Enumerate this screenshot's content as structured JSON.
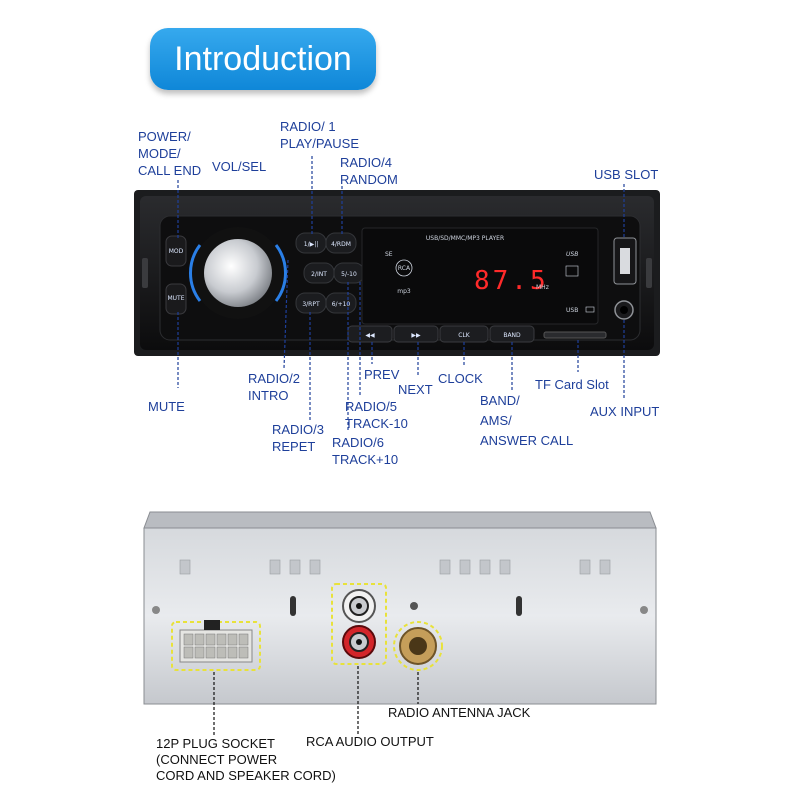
{
  "title": "Introduction",
  "front_labels": {
    "power": "POWER/\nMODE/\nCALL END",
    "vol": "VOL/SEL",
    "radio1": "RADIO/ 1\nPLAY/PAUSE",
    "radio4": "RADIO/4\nRANDOM",
    "usb_slot": "USB SLOT",
    "mute": "MUTE",
    "radio2": "RADIO/2\nINTRO",
    "radio3": "RADIO/3\nREPET",
    "prev": "PREV",
    "radio5": "RADIO/5\nTRACK-10",
    "radio6": "RADIO/6\nTRACK+10",
    "next": "NEXT",
    "clock": "CLOCK",
    "band": "BAND/\nAMS/\nANSWER CALL",
    "tf": "TF Card Slot",
    "aux": "AUX INPUT"
  },
  "device": {
    "player_label": "USB/SD/MMC/MP3 PLAYER",
    "frequency": "87.5",
    "mhz": "MHz",
    "usb": "USB",
    "rca": "RCA",
    "mp3": "mp3",
    "model": "SE",
    "buttons": {
      "b1": "1/▶||",
      "b2": "2/INT",
      "b3": "3/RPT",
      "b4": "4/RDM",
      "b5": "5/-10",
      "b6": "6/+10",
      "mute": "MUTE",
      "mod": "MOD",
      "prev": "◀◀",
      "next": "▶▶",
      "clk": "CLK",
      "band": "BAND"
    }
  },
  "rear_labels": {
    "plug": "12P PLUG SOCKET\n(CONNECT POWER\nCORD AND SPEAKER CORD)",
    "rca_out": "RCA AUDIO OUTPUT",
    "antenna": "RADIO ANTENNA JACK"
  },
  "colors": {
    "label_blue": "#1e3f9a",
    "banner_blue": "#1a95e4",
    "lcd_red": "#ff2a2a",
    "highlight_yellow": "#e8e23a"
  }
}
